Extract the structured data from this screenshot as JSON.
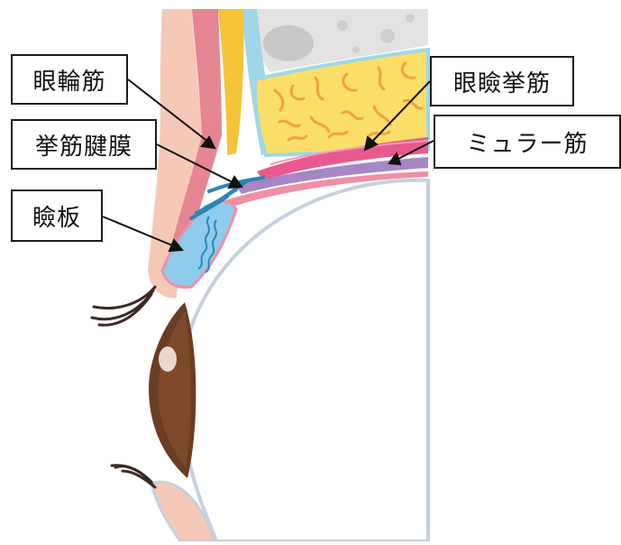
{
  "labels": {
    "orbicularis": "眼輪筋",
    "aponeurosis": "挙筋腱膜",
    "tarsus": "瞼板",
    "levator": "眼瞼挙筋",
    "muller": "ミュラー筋"
  },
  "colors": {
    "skin": "#f6c9b6",
    "orbicularis_muscle": "#e68592",
    "septum": "#f5c338",
    "bone": "#e2e2e2",
    "fat": "#fbdf68",
    "fat_lines": "#f2a23a",
    "levator_muscle": "#e85a8f",
    "muller_muscle": "#a885c4",
    "aponeurosis": "#2a86b8",
    "tarsus": "#8fcbea",
    "sclera_edge": "#c6d0de",
    "iris": "#6a3c22",
    "conjunctiva": "#a9dbee"
  }
}
